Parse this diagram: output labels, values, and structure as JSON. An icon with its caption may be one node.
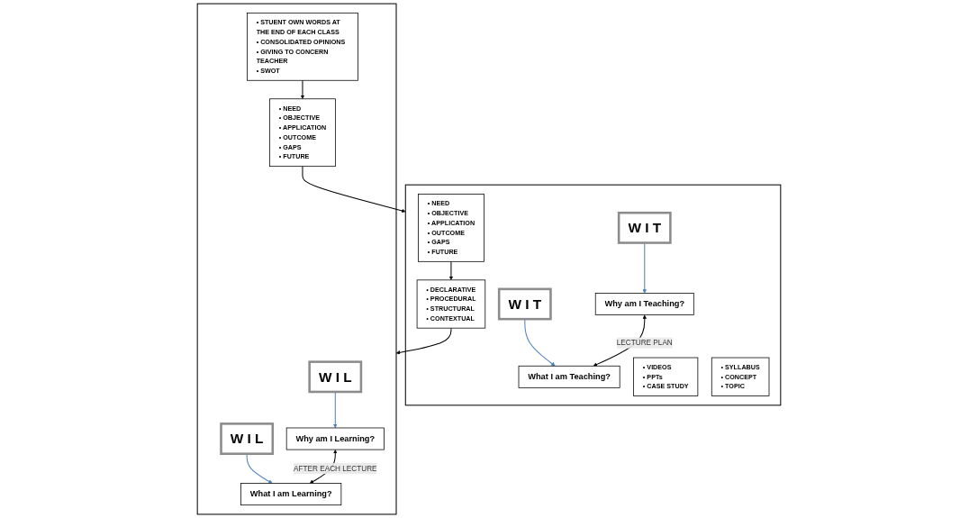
{
  "diagram": {
    "nodes": [
      {
        "text": [],
        "shape": "box"
      },
      {
        "text": [
          "W I T"
        ],
        "in": 0
      },
      {
        "text": [
          "W I T"
        ],
        "in": 0
      },
      {
        "text": [
          "Why am I Teaching?"
        ],
        "in": 0
      },
      {
        "text": [
          "What I am Teaching?"
        ],
        "in": 0
      },
      {
        "text": [
          "• NEED",
          "• OBJECTIVE",
          "• APPLICATION",
          "• OUTCOME",
          "• GAPS",
          "• FUTURE"
        ],
        "in": 0
      },
      {
        "text": [
          "• VIDEOS",
          "• PPTs",
          "• CASE STUDY"
        ],
        "in": 0
      },
      {
        "text": [
          "• SYLLABUS",
          "• CONCEPT",
          "• TOPIC"
        ],
        "in": 0
      },
      {
        "text": [
          "• DECLARATIVE",
          "• PROCEDURAL",
          "• STRUCTURAL",
          "• CONTEXTUAL"
        ],
        "in": 0
      },
      {
        "text": [],
        "shape": "box"
      },
      {
        "text": [
          "W I L"
        ],
        "in": 9
      },
      {
        "text": [
          "W I L"
        ],
        "in": 9
      },
      {
        "text": [
          "Why am I Learning?"
        ],
        "in": 9
      },
      {
        "text": [
          "What I am Learning?"
        ],
        "in": 9
      },
      {
        "text": [
          "• NEED",
          "• OBJECTIVE",
          "• APPLICATION",
          "• OUTCOME",
          "• GAPS",
          "• FUTURE"
        ],
        "in": 9
      },
      {
        "text": [
          "• STUENT OWN WORDS AT THE END OF EACH CLASS",
          "• CONSOLIDATED OPINIONS",
          "• GIVING TO CONCERN TEACHER",
          "• SWOT"
        ],
        "in": 9
      }
    ],
    "edges": [
      {
        "from": 1,
        "to": 3,
        "arrow": "to",
        "color": "#4f81bd"
      },
      {
        "from": 2,
        "to": 4,
        "arrow": "to",
        "color": "#4f81bd"
      },
      {
        "from": 3,
        "to": 4,
        "arrow": "both",
        "label": "LECTURE PLAN"
      },
      {
        "from": 5,
        "to": 8,
        "arrow": "to"
      },
      {
        "from": 8,
        "to": 9,
        "arrow": "to"
      },
      {
        "from": 10,
        "to": 12,
        "arrow": "to",
        "color": "#4f81bd"
      },
      {
        "from": 11,
        "to": 13,
        "arrow": "to",
        "color": "#4f81bd"
      },
      {
        "from": 12,
        "to": 13,
        "arrow": "both",
        "label": "AFTER EACH LECTURE"
      },
      {
        "from": 15,
        "to": 14,
        "arrow": "to"
      },
      {
        "from": 14,
        "to": 0,
        "arrow": "to"
      }
    ]
  }
}
